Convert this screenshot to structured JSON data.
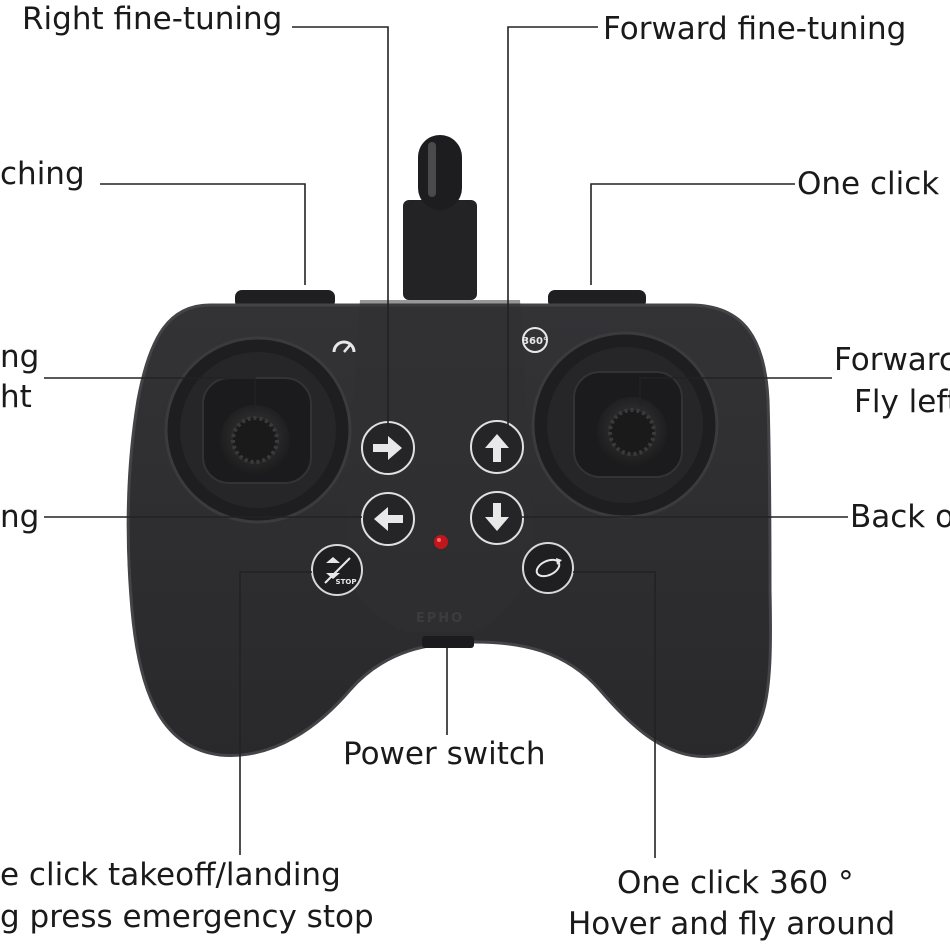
{
  "callouts": {
    "right_fine_tuning": "Right fine-tuning",
    "forward_fine_tuning": "Forward fine-tuning",
    "speed_switching": "ching",
    "one_click_return": "One click",
    "left_stick_line1": "ng",
    "left_stick_line2": "ht",
    "right_stick_line1": "Forwarc",
    "right_stick_line2": "Fly left",
    "left_fine_tuning": "ng",
    "back_fine_tuning": "Back o",
    "power_switch": "Power switch",
    "takeoff_line1": "e click takeoff/landing",
    "takeoff_line2": "g press emergency stop",
    "hover_line1": "One click 360 °",
    "hover_line2": "Hover and fly around"
  },
  "button_marks": {
    "rotate_360": "360°",
    "stop": "STOP",
    "brand": "EPHO"
  },
  "colors": {
    "body": "#2c2c2e",
    "body_edge": "#3d3d40",
    "button": "#262628",
    "arrow": "#e8e8e8",
    "led": "#c0161c",
    "line": "#222222"
  }
}
